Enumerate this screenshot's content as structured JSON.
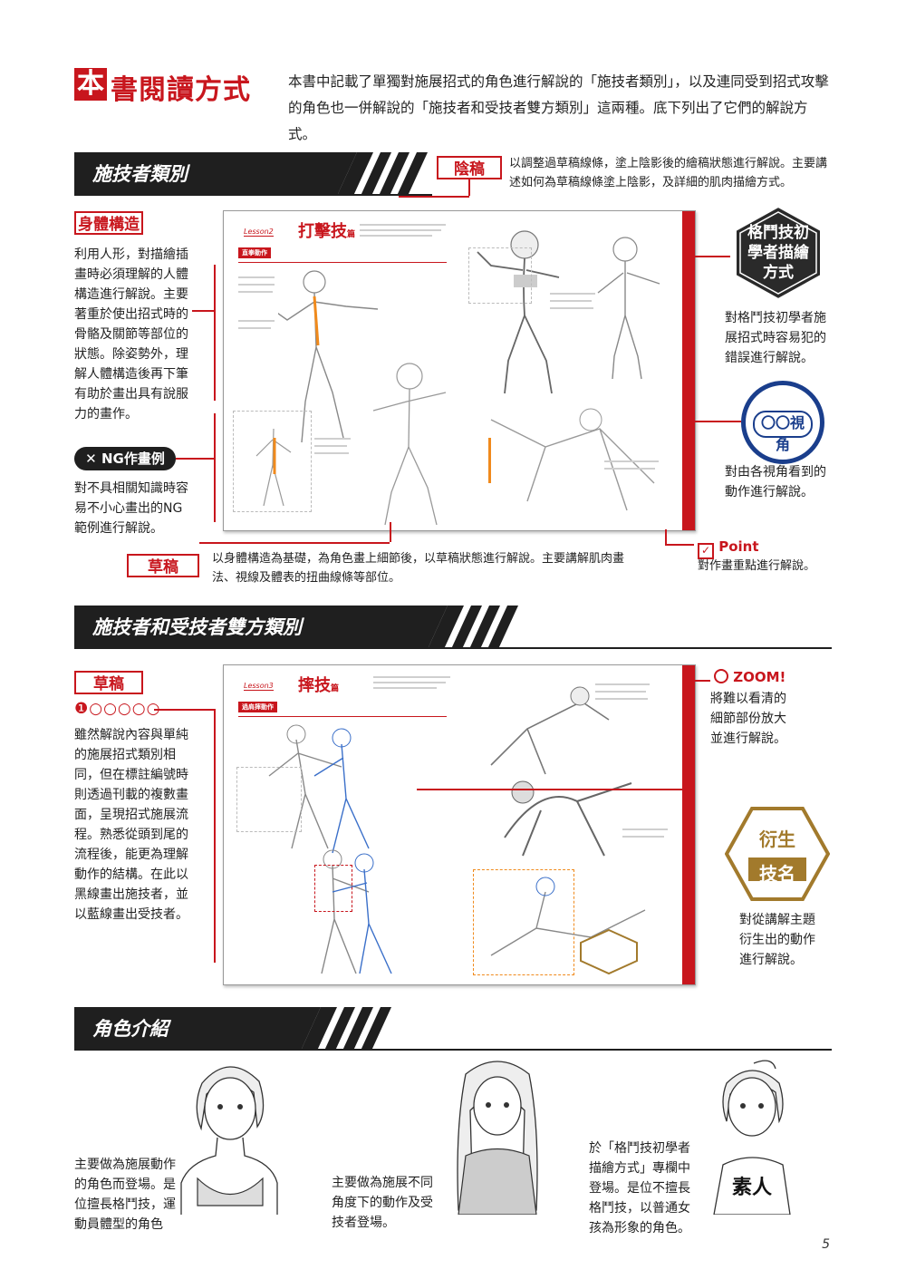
{
  "header": {
    "title_first_char": "本",
    "title_rest": "書閱讀方式",
    "intro": "本書中記載了單獨對施展招式的角色進行解說的「施技者類別」，以及連同受到招式攻擊的角色也一併解說的「施技者和受技者雙方類別」這兩種。底下列出了它們的解說方式。"
  },
  "section1": {
    "title": "施技者類別",
    "shade_label": "陰稿",
    "shade_desc": "以調整過草稿線條，塗上陰影後的繪稿狀態進行解說。主要講述如何為草稿線條塗上陰影，及詳細的肌肉描繪方式。",
    "body_label": "身體構造",
    "body_desc": "利用人形，對描繪插畫時必須理解的人體構造進行解說。主要著重於使出招式時的骨骼及關節等部位的狀態。除姿勢外，理解人體構造後再下筆有助於畫出具有說服力的畫作。",
    "ng_label": "NG作畫例",
    "ng_desc": "對不具相關知識時容易不小心畫出的NG範例進行解說。",
    "draft_label": "草稿",
    "draft_desc": "以身體構造為基礎，為角色畫上細節後，以草稿狀態進行解說。主要講解肌肉畫法、視線及體表的扭曲線條等部位。",
    "beginner_badge": "格鬥技初學者描繪方式",
    "beginner_desc": "對格鬥技初學者施展招式時容易犯的錯誤進行解說。",
    "view_badge": "〇〇視角",
    "view_desc": "對由各視角看到的動作進行解說。",
    "point_label": "Point",
    "point_desc": "對作畫重點進行解說。",
    "spread": {
      "lesson": "Lesson2",
      "title": "打擊技",
      "title_suffix": "篇",
      "tag": "直拳動作"
    }
  },
  "section2": {
    "title": "施技者和受技者雙方類別",
    "draft_label": "草稿",
    "step_marks": "❶○○○○○",
    "draft_desc": "雖然解說內容與單純的施展招式類別相同，但在標註編號時則透過刊載的複數畫面，呈現招式施展流程。熟悉從頭到尾的流程後，能更為理解動作的結構。在此以黑線畫出施技者，並以藍線畫出受技者。",
    "zoom_label": "ZOOM!",
    "zoom_desc": "將難以看清的細節部份放大並進行解說。",
    "derive_badge_top": "衍生",
    "derive_badge_bottom": "技名",
    "derive_desc": "對從講解主題衍生出的動作進行解說。",
    "spread": {
      "lesson": "Lesson3",
      "title": "摔技",
      "title_suffix": "篇",
      "tag": "過肩摔動作"
    }
  },
  "section3": {
    "title": "角色介紹",
    "char1_desc": "主要做為施展動作的角色而登場。是位擅長格鬥技，運動員體型的角色",
    "char2_desc": "主要做為施展不同角度下的動作及受技者登場。",
    "char3_desc": "於「格鬥技初學者描繪方式」專欄中登場。是位不擅長格鬥技，以普通女孩為形象的角色。",
    "char3_shirt": "素人"
  },
  "page_number": "5",
  "colors": {
    "accent_red": "#c8161d",
    "dark": "#1f1f1f",
    "badge_blue": "#1a3e8c",
    "badge_gold": "#a27a2c"
  }
}
